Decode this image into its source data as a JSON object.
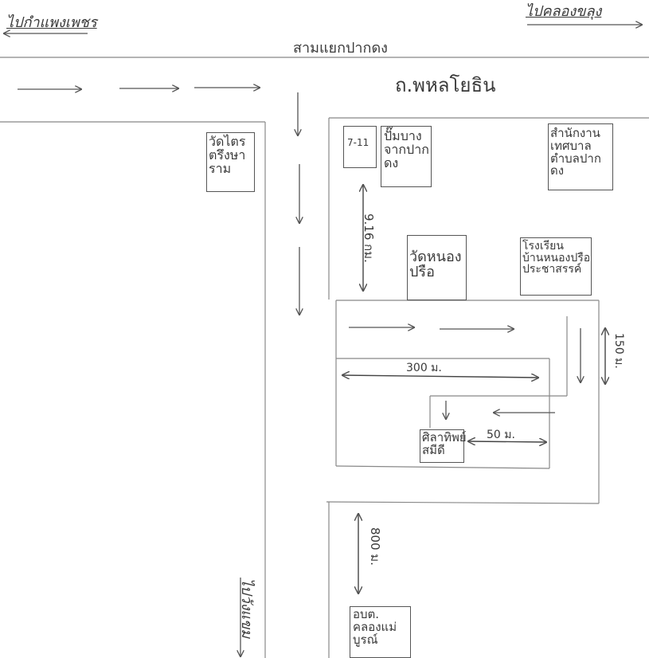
{
  "colors": {
    "ink": "#3a3a3a",
    "line": "#777777",
    "paper": "#ffffff"
  },
  "directions": {
    "top_left": "ไปกำแพงเพชร",
    "top_right": "ไปคลองขลุง",
    "bottom_left": "ไปวังแขม"
  },
  "junction": "สามแยกปากดง",
  "road": "ถ.พหลโยธิน",
  "places": {
    "temple_1": "วัดไตร\nตรึงษา\nราม",
    "seven_eleven": "7-11",
    "gas_station": "ปั๊มบาง\nจากปาก\nดง",
    "municipal_office": "สำนักงาน\nเทศบาล\nตำบลปาก\nดง",
    "temple_2": "วัดหนอง\nปรือ",
    "school": "โรงเรียน\nบ้านหนองปรือ\nประชาสรรค์",
    "destination": "ศิลาทิพย์\nสมีดี",
    "obt_office": "อบต.\nคลองแม่\nบูรณ์"
  },
  "distances": {
    "d_9km": "9.16 กม.",
    "d_300m": "300 ม.",
    "d_150m": "150 ม.",
    "d_50m": "50 ม.",
    "d_800m": "800 ม."
  }
}
